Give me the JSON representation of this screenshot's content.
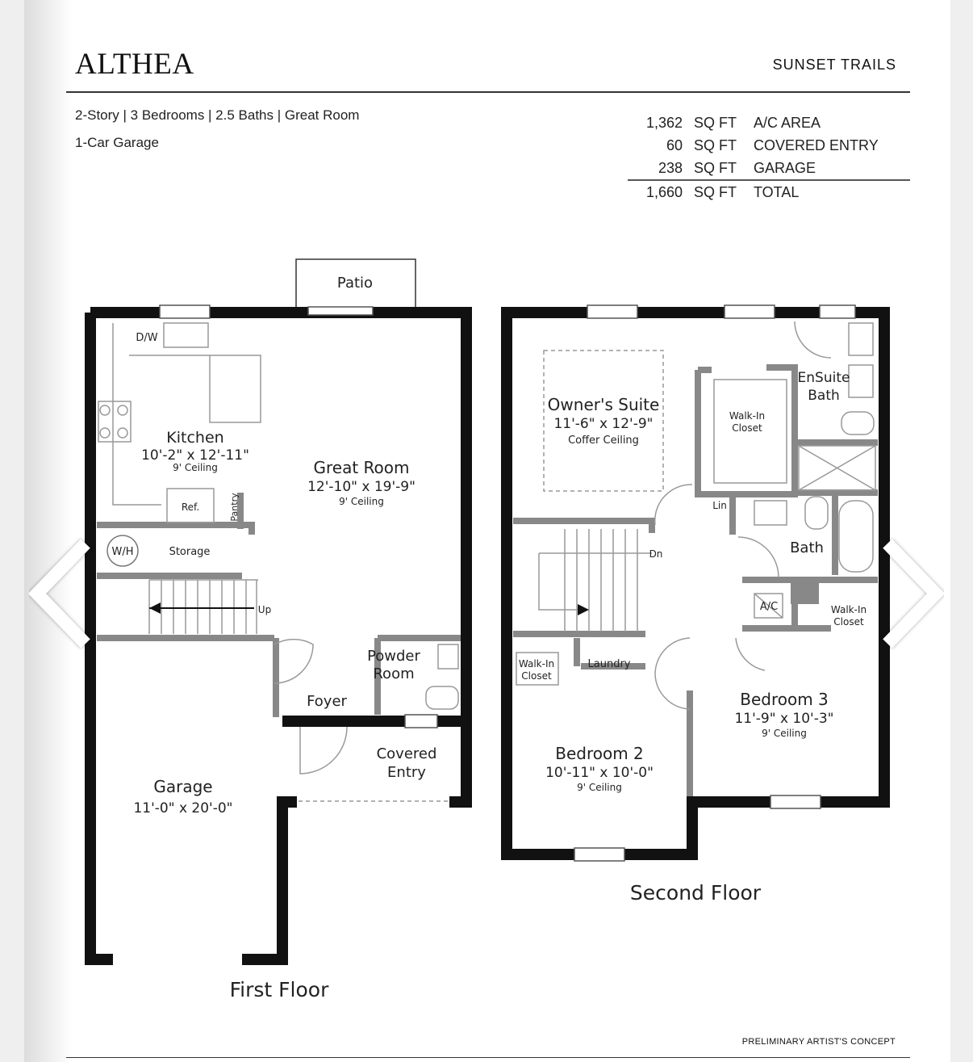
{
  "header": {
    "title": "ALTHEA",
    "community": "SUNSET TRAILS"
  },
  "features": {
    "line1": "2-Story | 3 Bedrooms | 2.5 Baths | Great Room",
    "line2": "1-Car Garage"
  },
  "sqft": [
    {
      "value": "1,362",
      "unit": "SQ FT",
      "label": "A/C AREA"
    },
    {
      "value": "60",
      "unit": "SQ FT",
      "label": "COVERED ENTRY"
    },
    {
      "value": "238",
      "unit": "SQ FT",
      "label": "GARAGE"
    },
    {
      "value": "1,660",
      "unit": "SQ FT",
      "label": "TOTAL"
    }
  ],
  "first_floor": {
    "caption": "First Floor",
    "patio": "Patio",
    "dw": "D/W",
    "kitchen": "Kitchen",
    "kitchen_dim": "10'-2\" x 12'-11\"",
    "kitchen_ceiling": "9' Ceiling",
    "ref": "Ref.",
    "pantry": "Pantry",
    "wh": "W/H",
    "storage": "Storage",
    "up": "Up",
    "great_room": "Great Room",
    "great_room_dim": "12'-10\" x 19'-9\"",
    "great_room_ceiling": "9' Ceiling",
    "powder1": "Powder",
    "powder2": "Room",
    "foyer": "Foyer",
    "covered1": "Covered",
    "covered2": "Entry",
    "garage": "Garage",
    "garage_dim": "11'-0\" x 20'-0\""
  },
  "second_floor": {
    "caption": "Second Floor",
    "owners": "Owner's Suite",
    "owners_dim": "11'-6\" x 12'-9\"",
    "owners_ceiling": "Coffer Ceiling",
    "wic1a": "Walk-In",
    "wic1b": "Closet",
    "ensuite1": "EnSuite",
    "ensuite2": "Bath",
    "lin": "Lin",
    "bath": "Bath",
    "dn": "Dn",
    "ac": "A/C",
    "wic2a": "Walk-In",
    "wic2b": "Closet",
    "wic3a": "Walk-In",
    "wic3b": "Closet",
    "laundry": "Laundry",
    "bed2": "Bedroom 2",
    "bed2_dim": "10'-11\" x 10'-0\"",
    "bed2_ceiling": "9' Ceiling",
    "bed3": "Bedroom 3",
    "bed3_dim": "11'-9\" x 10'-3\"",
    "bed3_ceiling": "9' Ceiling"
  },
  "footer": {
    "note": "PRELIMINARY ARTIST'S CONCEPT"
  },
  "nav": {
    "prev_icon": "chevron-left-icon",
    "next_icon": "chevron-right-icon"
  }
}
